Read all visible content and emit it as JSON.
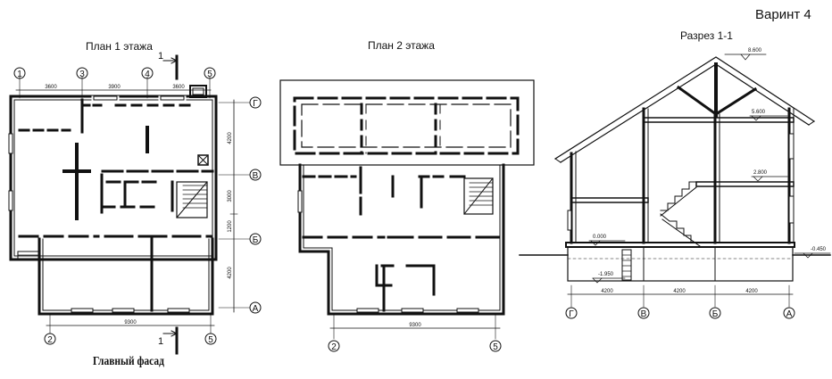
{
  "header": {
    "variant": "Варинт 4"
  },
  "plan1": {
    "title": "План 1 этажа",
    "axes_top": [
      "1",
      "3",
      "4",
      "5"
    ],
    "axes_bottom": [
      "2",
      "5"
    ],
    "axes_right": [
      "Г",
      "В",
      "Б",
      "А"
    ],
    "dims_top": [
      "3600",
      "3900",
      "3600"
    ],
    "dims_right": [
      "4200",
      "3000",
      "1200",
      "4200"
    ],
    "dim_bottom": "9300",
    "section_mark": "1",
    "caption": "Главный фасад"
  },
  "plan2": {
    "title": "План 2 этажа",
    "axes_bottom": [
      "2",
      "5"
    ],
    "dim_bottom": "9300"
  },
  "section": {
    "title": "Разрез 1-1",
    "axes_bottom": [
      "Г",
      "В",
      "Б",
      "А"
    ],
    "dims_bottom": [
      "4200",
      "4200",
      "4200"
    ],
    "levels": [
      "8.600",
      "5.600",
      "2.800",
      "0.000",
      "-0.450",
      "-1.950"
    ]
  }
}
